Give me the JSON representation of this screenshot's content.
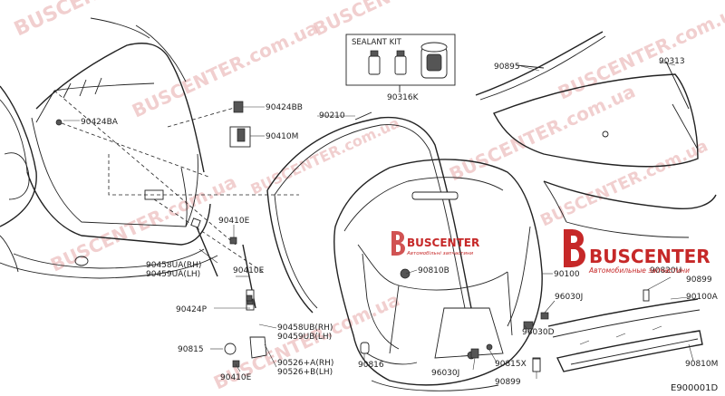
{
  "diagram": {
    "code": "E900001D",
    "kit_title": "SEALANT KIT",
    "parts": [
      "90424BA",
      "90424BB",
      "90410M",
      "90210",
      "90316K",
      "90895",
      "90313",
      "90410E",
      "90458UA(RH)",
      "90459UA(LH)",
      "90410E",
      "90424P",
      "90810B",
      "90100",
      "90820U",
      "90899",
      "96030J",
      "90100A",
      "96030D",
      "90458UB(RH)",
      "90459UB(LH)",
      "90815",
      "90526+A(RH)",
      "90526+B(LH)",
      "90410E",
      "90816",
      "96030J",
      "90815X",
      "90810M",
      "90899"
    ]
  },
  "brand": {
    "watermark": "BUSCENTER.com.ua",
    "logo_name": "BUSCENTER",
    "logo_tagline": "Автомобильные запчастини",
    "logo_small_name": "BUSCENTER",
    "logo_small_tagline": "Автомобільні запчастини",
    "accent": "#c62828",
    "wm_color": "#e6a8a8"
  }
}
